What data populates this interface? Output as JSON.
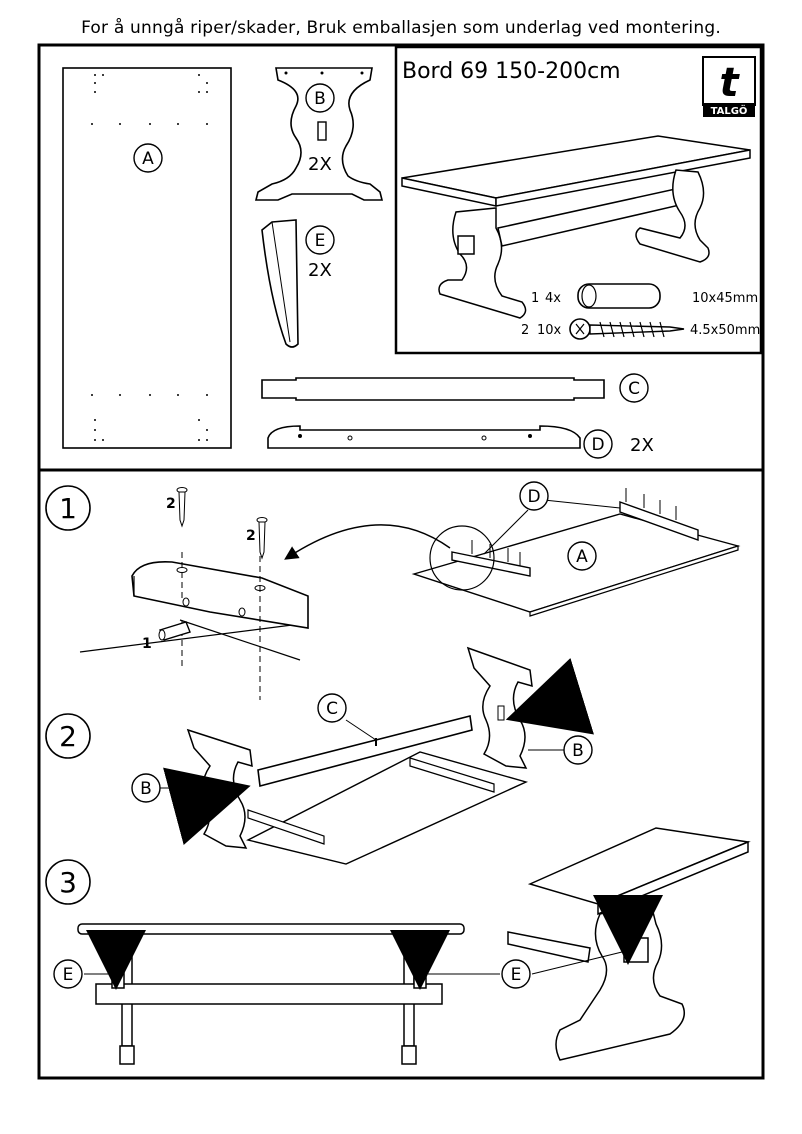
{
  "header_note": "For å unngå riper/skader, Bruk emballasjen som underlag ved montering.",
  "product_title": "Bord 69 150-200cm",
  "brand": {
    "logo_letter": "t",
    "name": "TALGÖ"
  },
  "parts": {
    "A": {
      "label": "A"
    },
    "B": {
      "label": "B",
      "qty": "2X"
    },
    "C": {
      "label": "C"
    },
    "D": {
      "label": "D",
      "qty": "2X"
    },
    "E": {
      "label": "E",
      "qty": "2X"
    }
  },
  "hardware": [
    {
      "no": "1",
      "count": "4x",
      "size": "10x45mm",
      "kind": "dowel"
    },
    {
      "no": "2",
      "count": "10x",
      "size": "4.5x50mm",
      "kind": "screw"
    }
  ],
  "steps": [
    {
      "number": "1",
      "callouts": [
        "D",
        "A"
      ],
      "hardware_refs": [
        "2",
        "2",
        "1"
      ]
    },
    {
      "number": "2",
      "callouts": [
        "C",
        "B",
        "B"
      ]
    },
    {
      "number": "3",
      "callouts": [
        "E",
        "E"
      ]
    }
  ]
}
